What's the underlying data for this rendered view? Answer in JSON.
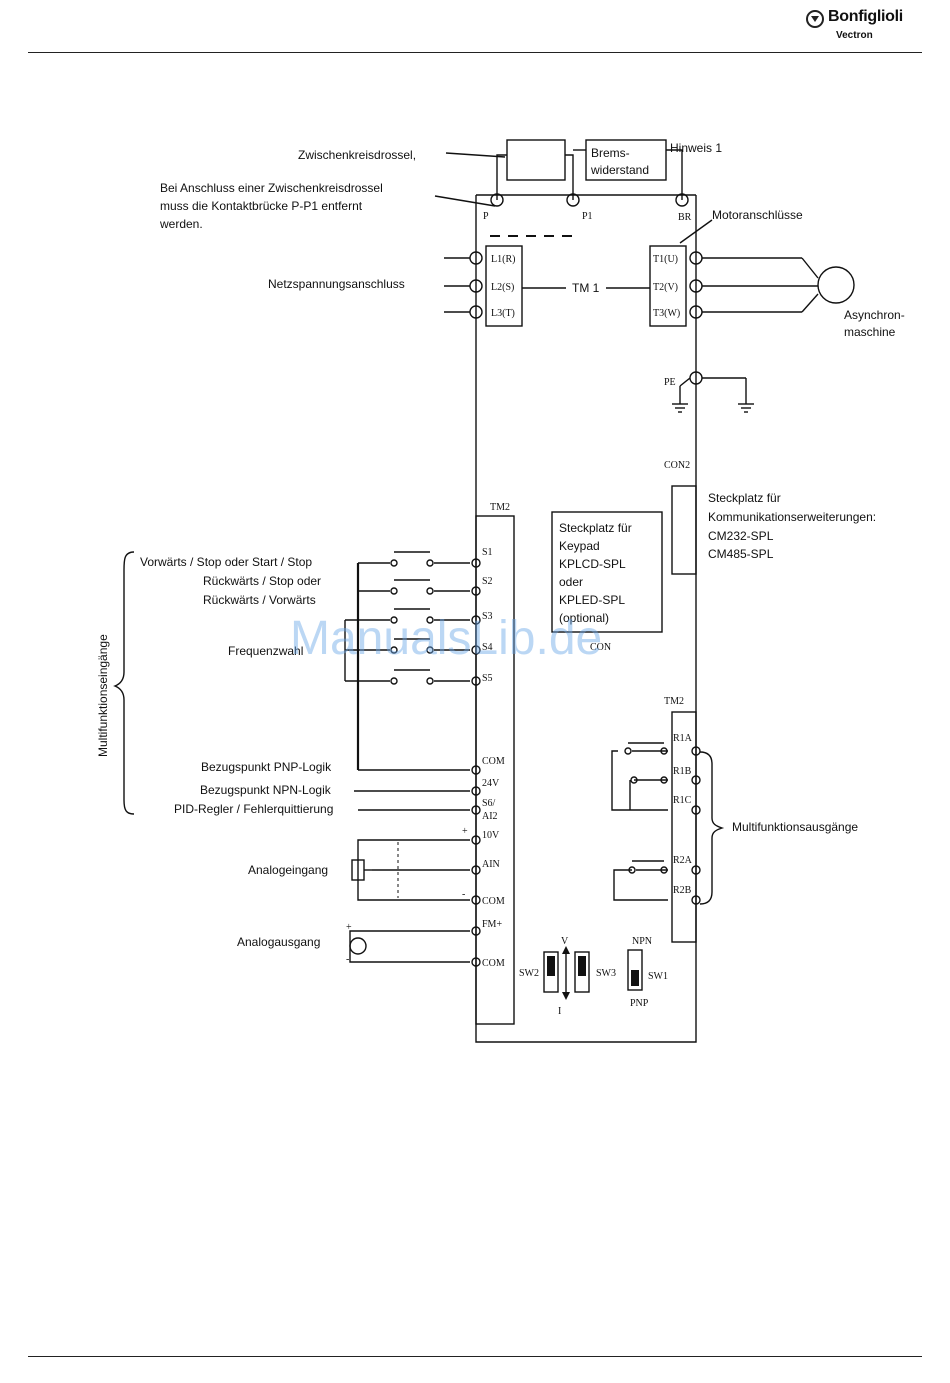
{
  "header": {
    "brand": "Bonfiglioli",
    "sub_brand": "Vectron"
  },
  "diagram": {
    "labels": {
      "choke": "Zwischenkreisdrossel,",
      "choke_note_1": "Bei Anschluss einer Zwischenkreisdrossel",
      "choke_note_2": "muss die Kontaktbrücke P-P1 entfernt",
      "choke_note_3": "werden.",
      "brake_1": "Brems-",
      "brake_2": "widerstand",
      "hint": "Hinweis 1",
      "motor_terminals": "Motoranschlüsse",
      "mains": "Netzspannungsanschluss",
      "tm1": "TM 1",
      "motor_1": "Asynchron-",
      "motor_2": "maschine",
      "con2": "CON2",
      "comm_slot_1": "Steckplatz für",
      "comm_slot_2": "Kommunikationserweiterungen:",
      "comm_slot_3": "CM232-SPL",
      "comm_slot_4": "CM485-SPL",
      "keypad_1": "Steckplatz für",
      "keypad_2": "Keypad",
      "keypad_3": "KPLCD-SPL",
      "keypad_4": "oder",
      "keypad_5": "KPLED-SPL",
      "keypad_6": "(optional)",
      "con": "CON",
      "tm2_top": "TM2",
      "tm2_relay": "TM2",
      "fwd": "Vorwärts / Stop oder Start / Stop",
      "rev_1": "Rückwärts / Stop oder",
      "rev_2": "Rückwärts / Vorwärts",
      "freq": "Frequenzwahl",
      "pnp_ref": "Bezugspunkt PNP-Logik",
      "npn_ref": "Bezugspunkt NPN-Logik",
      "pid": "PID-Regler / Fehlerquittierung",
      "analog_in": "Analogeingang",
      "analog_out": "Analogausgang",
      "multi_in": "Multifunktionseingänge",
      "multi_out": "Multifunktionsausgänge",
      "npn": "NPN",
      "pnp": "PNP",
      "sw1": "SW1",
      "sw2": "SW2",
      "sw3": "SW3",
      "v": "V",
      "i": "I",
      "watermark": "ManualsLib.de"
    },
    "terminals": {
      "p": "P",
      "p1": "P1",
      "br": "BR",
      "l1": "L1(R)",
      "l2": "L2(S)",
      "l3": "L3(T)",
      "t1": "T1(U)",
      "t2": "T2(V)",
      "t3": "T3(W)",
      "pe": "PE",
      "s1": "S1",
      "s2": "S2",
      "s3": "S3",
      "s4": "S4",
      "s5": "S5",
      "com1": "COM",
      "v24": "24V",
      "s6_1": "S6/",
      "s6_2": "AI2",
      "v10": "10V",
      "ain": "AIN",
      "com2": "COM",
      "fm": "FM+",
      "com3": "COM",
      "r1a": "R1A",
      "r1b": "R1B",
      "r1c": "R1C",
      "r2a": "R2A",
      "r2b": "R2B",
      "plus": "+",
      "minus": "-"
    }
  }
}
